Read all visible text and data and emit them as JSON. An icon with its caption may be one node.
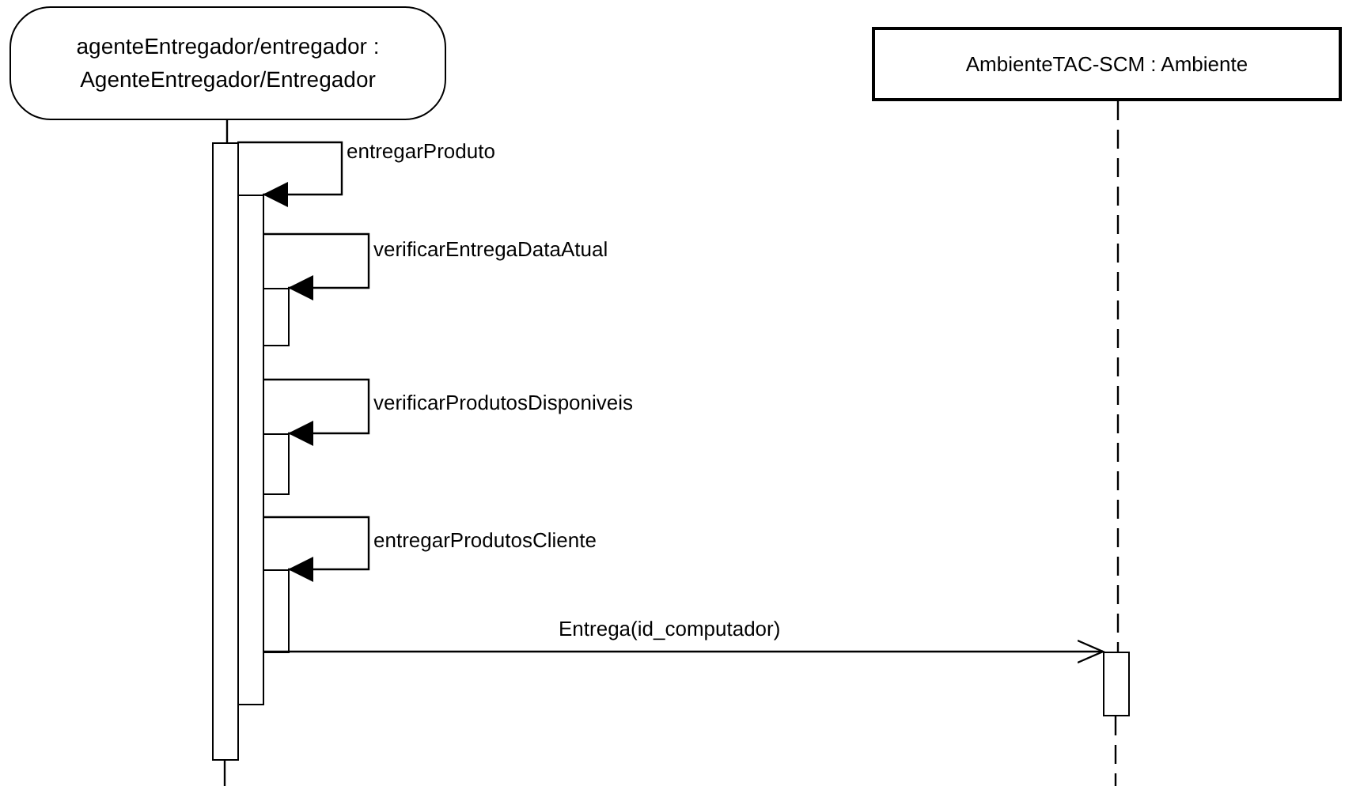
{
  "diagram": {
    "nodes": [
      {
        "text": [
          "agenteEntregador/entregador : AgenteEntregador/Entregador"
        ]
      },
      {
        "text": [
          "AmbienteTAC-SCM : Ambiente"
        ]
      },
      {
        "text": [],
        "shape": "bar"
      },
      {
        "text": [],
        "shape": "bar"
      },
      {
        "text": [],
        "shape": "bar"
      },
      {
        "text": [],
        "shape": "bar"
      },
      {
        "text": [],
        "shape": "bar"
      },
      {
        "text": [],
        "shape": "bar"
      }
    ],
    "edges": [
      {
        "from": 0,
        "to": 2,
        "arrow": "none"
      },
      {
        "from": 1,
        "to": 7,
        "arrow": "none",
        "style": "dashed"
      },
      {
        "from": 2,
        "to": 3,
        "arrow": "to",
        "label": "entregarProduto"
      },
      {
        "from": 3,
        "to": 4,
        "arrow": "to",
        "label": "verificarEntregaDataAtual"
      },
      {
        "from": 3,
        "to": 5,
        "arrow": "to",
        "label": "verificarProdutosDisponiveis"
      },
      {
        "from": 3,
        "to": 6,
        "arrow": "to",
        "label": "entregarProdutosCliente"
      },
      {
        "from": 3,
        "to": 7,
        "arrow": "to",
        "label": "Entrega(id_computador)"
      }
    ]
  }
}
